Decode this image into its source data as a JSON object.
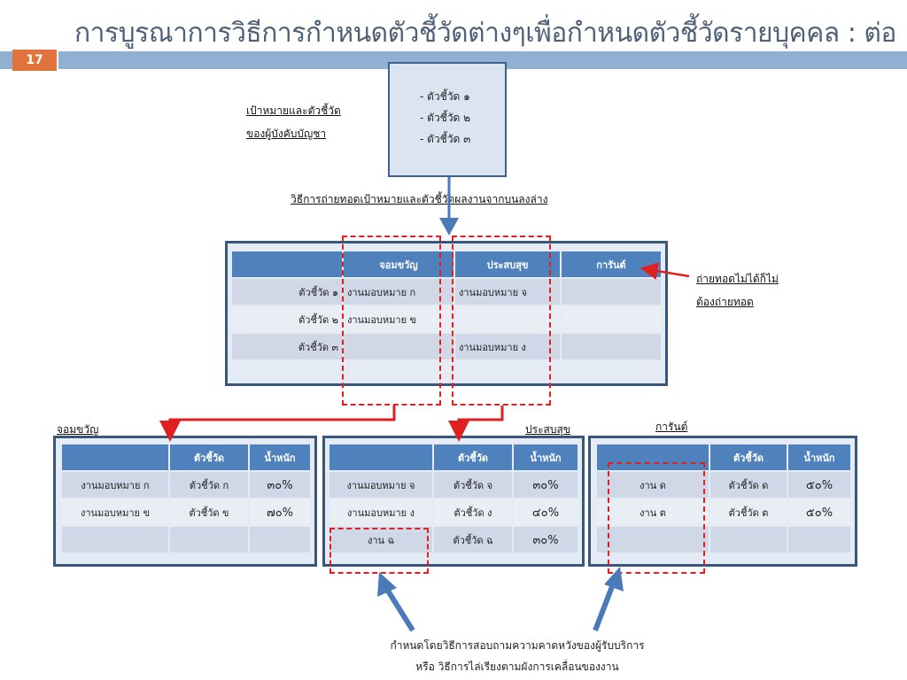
{
  "title": "การบูรณาการวิธีการกำหนดตัวชี้วัดต่างๆเพื่อกำหนดตัวชี้วัดรายบุคคล : ต่อ",
  "slide_number": "17",
  "exec_label": {
    "line1": "เป้าหมายและตัวชี้วัด",
    "line2": "ของผู้บังคับบัญชา"
  },
  "kpi_box": [
    "- ตัวชี้วัด ๑",
    "- ตัวชี้วัด ๒",
    "- ตัวชี้วัด ๓"
  ],
  "cascade_label": "วิธีการถ่ายทอดเป้าหมายและตัวชี้วัดผลงานจากบนลงล่าง",
  "main_table": {
    "headers": [
      "",
      "จอมขวัญ",
      "ประสบสุข",
      "การันต์"
    ],
    "rows": [
      [
        "ตัวชี้วัด ๑",
        "งานมอบหมาย ก",
        "งานมอบหมาย จ",
        ""
      ],
      [
        "ตัวชี้วัด ๒",
        "งานมอบหมาย ข",
        "",
        ""
      ],
      [
        "ตัวชี้วัด ๓",
        "",
        "งานมอบหมาย ง",
        ""
      ]
    ]
  },
  "side_note": {
    "line1": "ถ่ายทอดไม่ได้ก็ไม่",
    "line2": "ต้องถ่ายทอด"
  },
  "person_tables": [
    {
      "name": "จอมขวัญ",
      "headers": [
        "",
        "ตัวชี้วัด",
        "น้ำหนัก"
      ],
      "rows": [
        [
          "งานมอบหมาย ก",
          "ตัวชี้วัด ก",
          "๓๐%"
        ],
        [
          "งานมอบหมาย ข",
          "ตัวชี้วัด ข",
          "๗๐%"
        ],
        [
          "",
          "",
          ""
        ]
      ]
    },
    {
      "name": "ประสบสุข",
      "headers": [
        "",
        "ตัวชี้วัด",
        "น้ำหนัก"
      ],
      "rows": [
        [
          "งานมอบหมาย จ",
          "ตัวชี้วัด จ",
          "๓๐%"
        ],
        [
          "งานมอบหมาย ง",
          "ตัวชี้วัด ง",
          "๔๐%"
        ],
        [
          "งาน ฉ",
          "ตัวชี้วัด ฉ",
          "๓๐%"
        ]
      ]
    },
    {
      "name": "การันต์",
      "headers": [
        "",
        "ตัวชี้วัด",
        "น้ำหนัก"
      ],
      "rows": [
        [
          "งาน ด",
          "ตัวชี้วัด ด",
          "๕๐%"
        ],
        [
          "งาน ต",
          "ตัวชี้วัด ต",
          "๕๐%"
        ],
        [
          "",
          "",
          ""
        ]
      ]
    }
  ],
  "bottom_note": {
    "line1": "กำหนดโดยวิธีการสอบถามความคาดหวังของผู้รับบริการ",
    "line2": "หรือ วิธีการไล่เรียงตามผังการเคลื่อนของงาน"
  },
  "colors": {
    "header_blue": "#4f81bd",
    "frame": "#3a5678",
    "dash_red": "#e02020",
    "arrow_blue": "#4a7ab8",
    "accent_orange": "#e0743c"
  }
}
